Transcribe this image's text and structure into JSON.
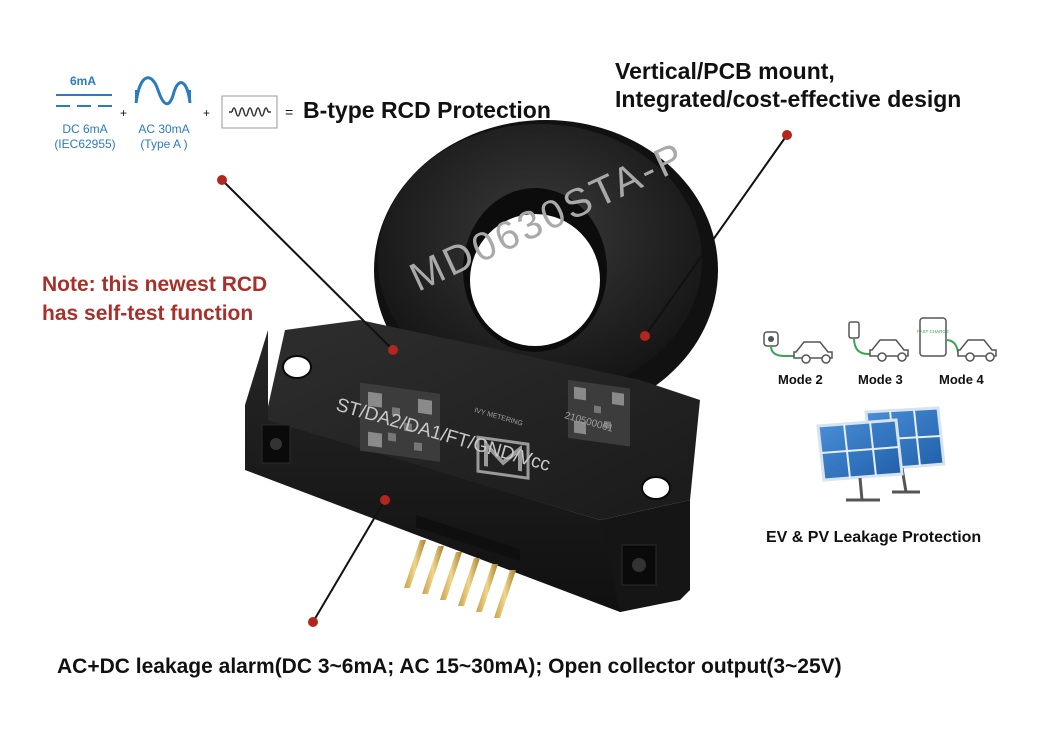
{
  "formula": {
    "dc_top": "6mA",
    "dc_label_1": "DC 6mA",
    "dc_label_2": "(IEC62955)",
    "ac_label_1": "AC 30mA",
    "ac_label_2": "(Type A )",
    "plus": "+",
    "equals": "=",
    "result": "B-type RCD Protection"
  },
  "mount_text": {
    "line1": "Vertical/PCB mount,",
    "line2": "Integrated/cost-effective design"
  },
  "note": {
    "line1": "Note: this newest RCD",
    "line2": "has self-test function"
  },
  "device": {
    "model": "MD0630STA-P",
    "pin_label": "ST/DA2/DA1/FT/GND/Vcc",
    "logo_text": "IVY METERING",
    "serial": "210500061"
  },
  "modes": [
    "Mode 2",
    "Mode 3",
    "Mode 4"
  ],
  "ev_label": "FAST CHARGE",
  "ev_pv_caption": "EV & PV Leakage Protection",
  "bottom_caption": "AC+DC leakage alarm(DC 3~6mA; AC 15~30mA); Open collector output(3~25V)",
  "colors": {
    "accent_blue": "#2b7bbf",
    "note_red": "#a8302a",
    "dot_red": "#b3261e",
    "device_black": "#1b1b1b"
  }
}
